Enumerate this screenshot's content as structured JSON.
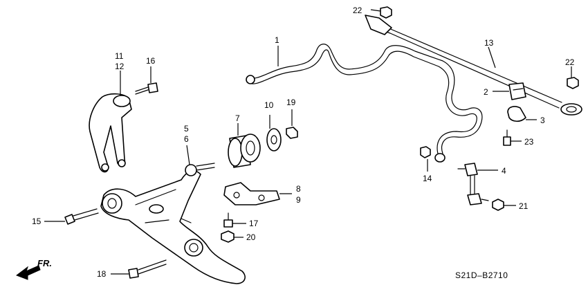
{
  "callouts": {
    "c1": "1",
    "c2": "2",
    "c3": "3",
    "c4": "4",
    "c5": "5",
    "c6": "6",
    "c7": "7",
    "c8": "8",
    "c9": "9",
    "c10": "10",
    "c11": "11",
    "c12": "12",
    "c13": "13",
    "c14": "14",
    "c15": "15",
    "c16": "16",
    "c17": "17",
    "c18": "18",
    "c19": "19",
    "c20": "20",
    "c21": "21",
    "c22a": "22",
    "c22b": "22",
    "c23": "23"
  },
  "direction_label": "FR.",
  "diagram_code": "S21D–B2710"
}
